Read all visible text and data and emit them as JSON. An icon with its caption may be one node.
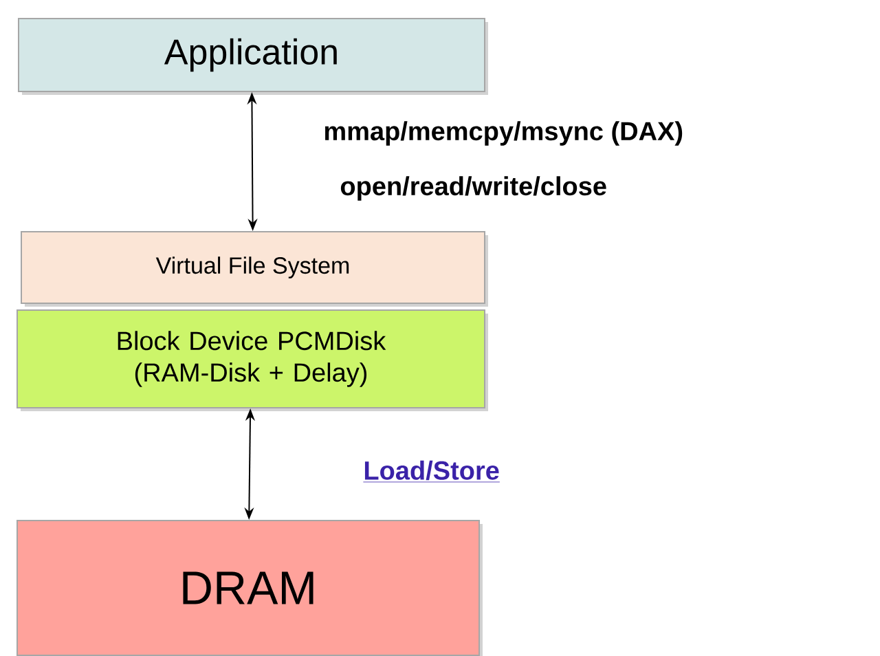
{
  "diagram": {
    "nodes": [
      {
        "text": [
          "Application"
        ]
      },
      {
        "text": [
          "Virtual File System"
        ]
      },
      {
        "text": [
          "Block Device PCMDisk (RAM-Disk + Delay)"
        ]
      },
      {
        "text": [
          "DRAM"
        ]
      }
    ],
    "edges": [
      {
        "from": 0,
        "to": 1,
        "arrow": "both"
      },
      {
        "from": 2,
        "to": 3,
        "arrow": "both"
      }
    ],
    "labels": [
      "mmap/memcpy/msync (DAX)",
      "open/read/write/close",
      "Load/Store"
    ]
  }
}
